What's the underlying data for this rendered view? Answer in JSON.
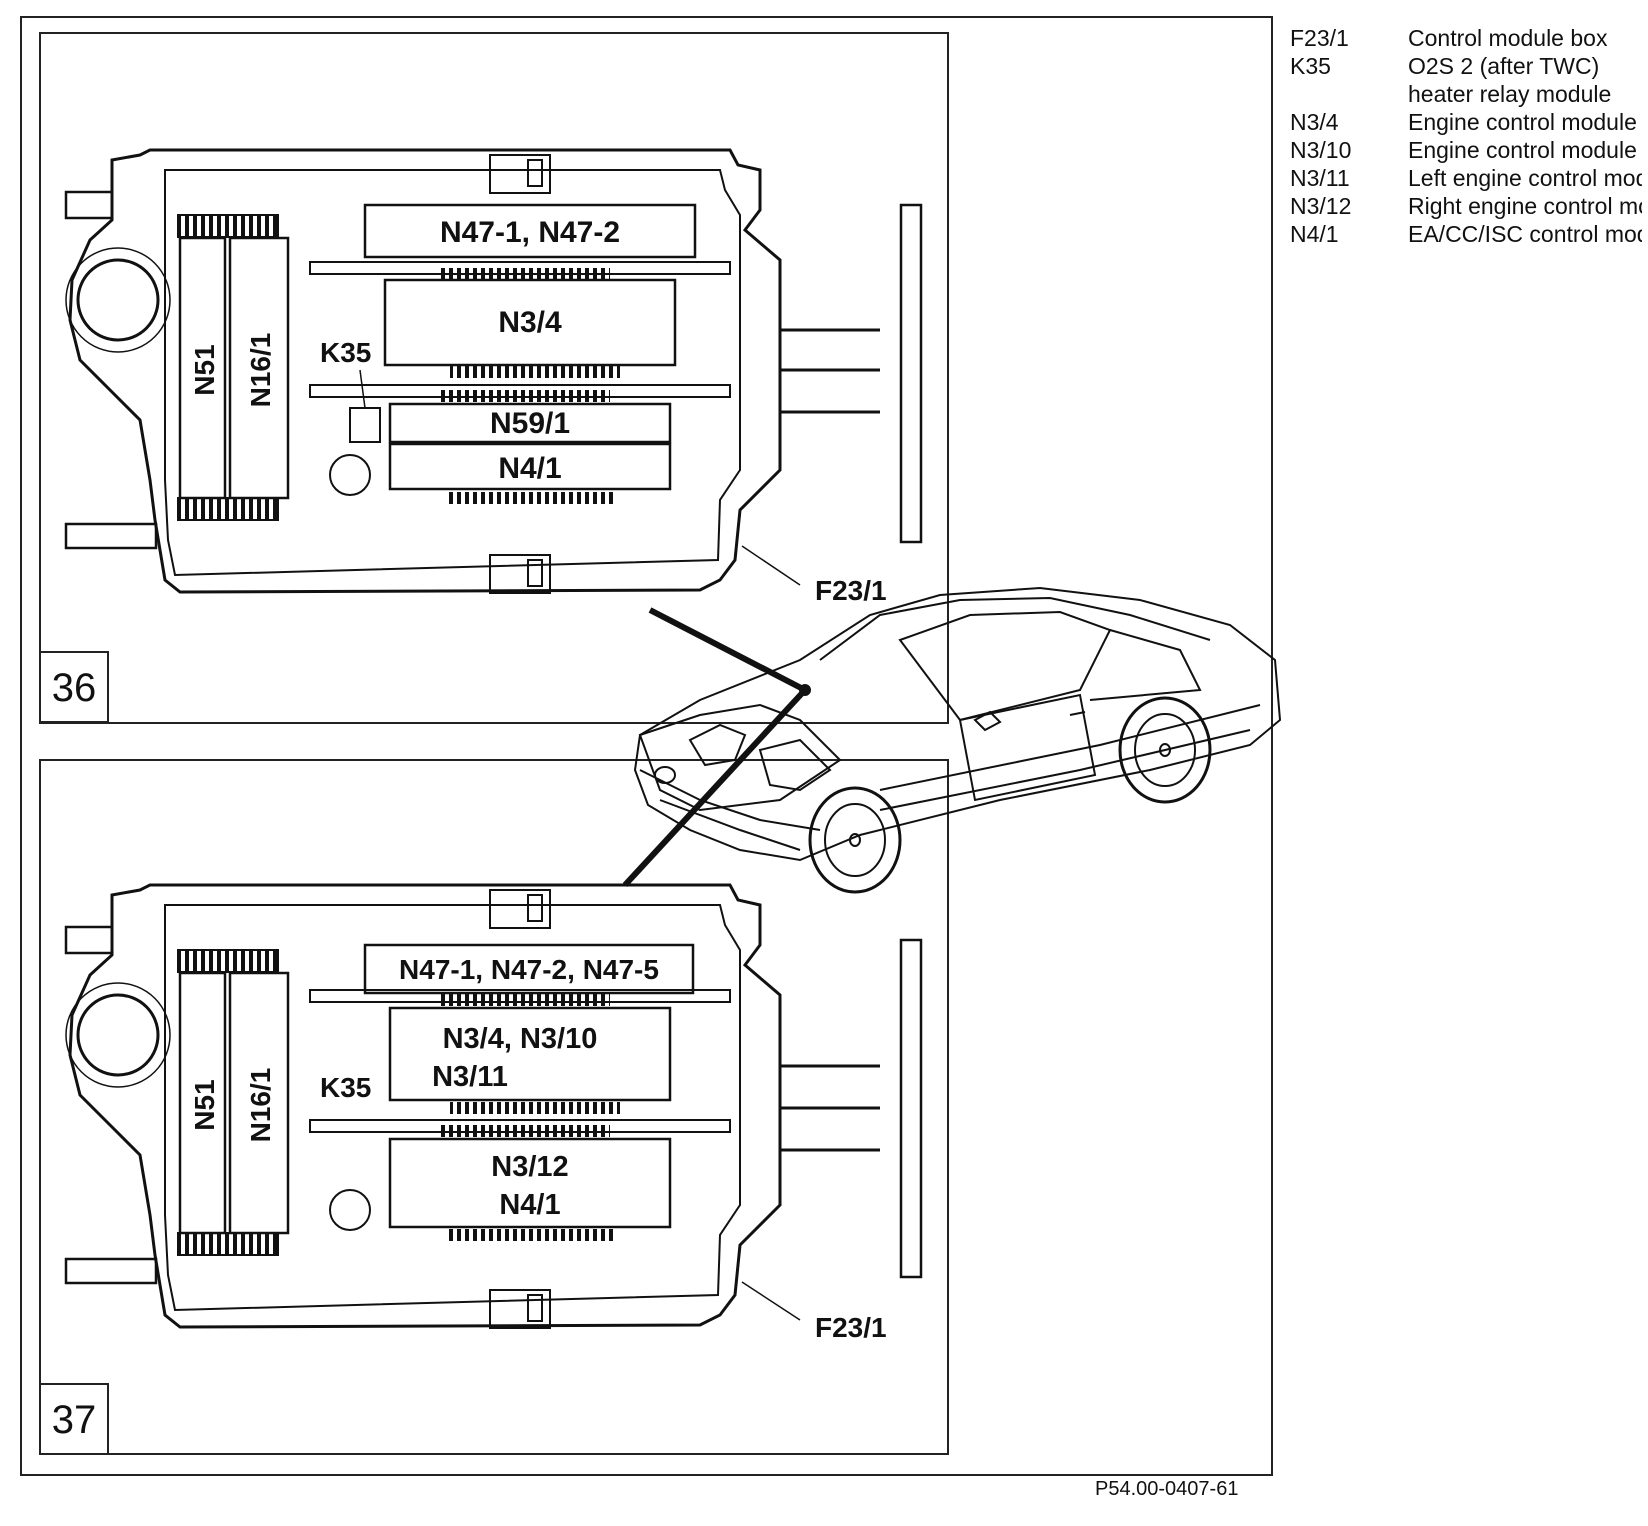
{
  "legend": [
    {
      "code": "F23/1",
      "desc": "Control module box"
    },
    {
      "code": "K35",
      "desc": "O2S 2 (after TWC) heater relay module"
    },
    {
      "code": "N3/4",
      "desc": "Engine control module"
    },
    {
      "code": "N3/10",
      "desc": "Engine control module"
    },
    {
      "code": "N3/11",
      "desc": "Left engine control module"
    },
    {
      "code": "N3/12",
      "desc": "Right engine control module"
    },
    {
      "code": "N4/1",
      "desc": "EA/CC/ISC control module"
    }
  ],
  "fig36": {
    "number": "36",
    "top_module": "N47-1,  N47-2",
    "upper_module": "N3/4",
    "lower_module_a": "N59/1",
    "lower_module_b": "N4/1",
    "relay": "K35",
    "left_module_a": "N51",
    "left_module_b": "N16/1",
    "box_label": "F23/1"
  },
  "fig37": {
    "number": "37",
    "top_module": "N47-1, N47-2, N47-5",
    "upper_module_line1": "N3/4, N3/10",
    "upper_module_line2": "N3/11",
    "lower_module_line1": "N3/12",
    "lower_module_line2": "N4/1",
    "relay": "K35",
    "left_module_a": "N51",
    "left_module_b": "N16/1",
    "box_label": "F23/1"
  },
  "reference": "P54.00-0407-61"
}
